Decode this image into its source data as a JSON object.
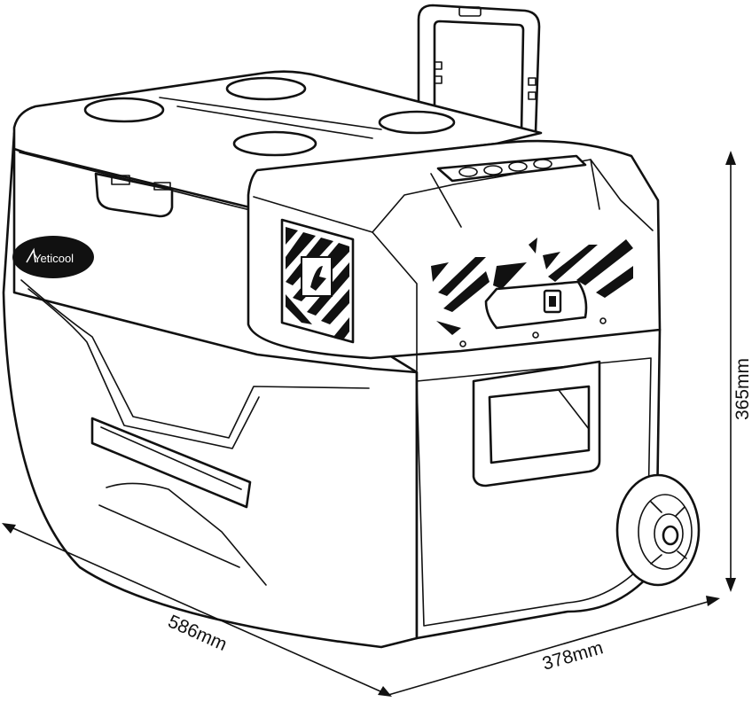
{
  "product": {
    "brand_logo_text": "Yeticool"
  },
  "dimensions": {
    "length": "586mm",
    "width": "378mm",
    "height": "365mm"
  }
}
